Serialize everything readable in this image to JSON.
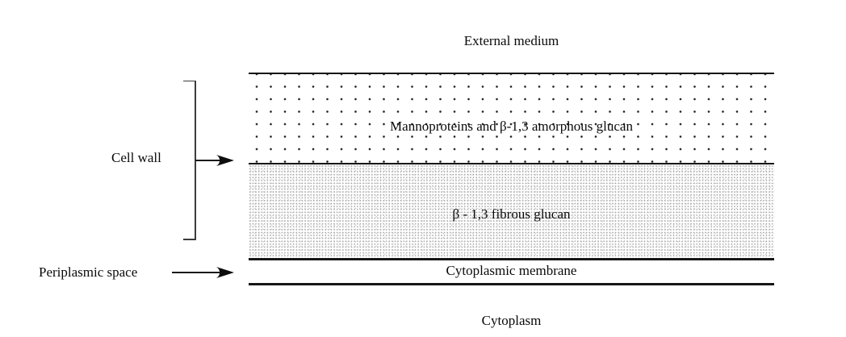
{
  "diagram": {
    "external_medium_label": "External medium",
    "cytoplasm_label": "Cytoplasm",
    "layers": [
      {
        "label": "Mannoproteins and β-1,3 amorphous glucan",
        "texture": "coarse-dots"
      },
      {
        "label": "β - 1,3 fibrous glucan",
        "texture": "fine-stipple"
      },
      {
        "label": "Cytoplasmic membrane",
        "texture": "plain"
      }
    ],
    "annotations": [
      {
        "label": "Cell wall",
        "pointer": "bracket-with-arrow"
      },
      {
        "label": "Periplasmic space",
        "pointer": "arrow"
      }
    ],
    "colors": {
      "background": "#ffffff",
      "line": "#161616",
      "coarse_dot": "#1e1e1e",
      "fine_stipple": "#b5b5b5",
      "bracket": "#3c3c3c",
      "text": "#0a0a0a"
    }
  }
}
